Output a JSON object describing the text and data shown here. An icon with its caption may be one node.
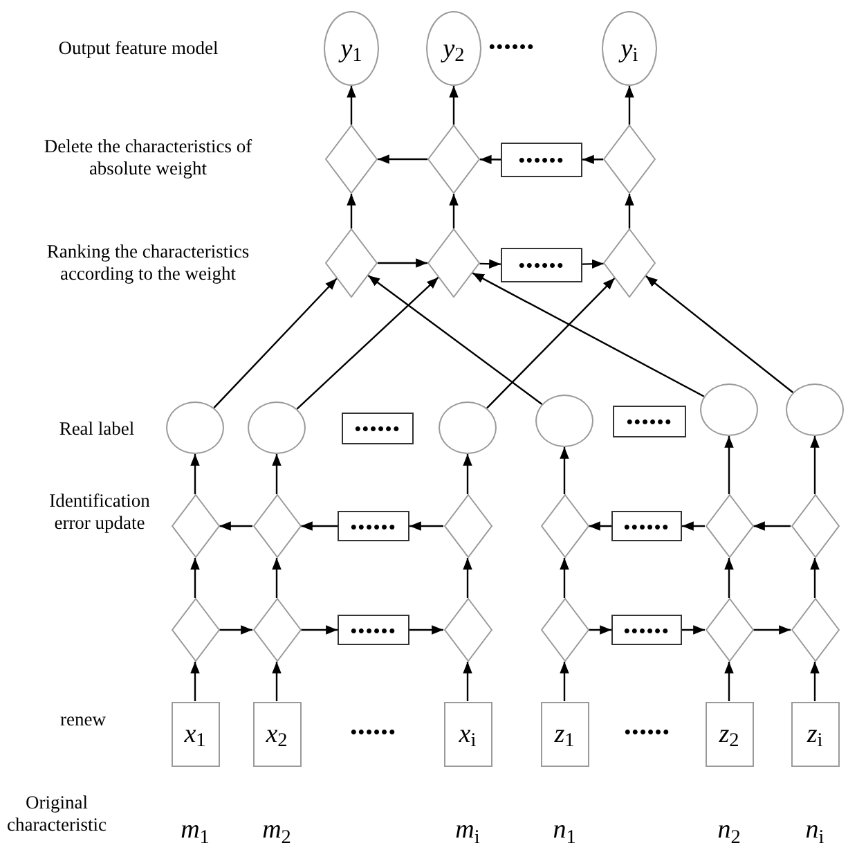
{
  "diagram": {
    "nodes": [
      {
        "text": [
          "*y*$_{1}$"
        ]
      },
      {
        "text": [
          "*y*$_{2}$"
        ]
      },
      {
        "text": [
          "*y*$_{i}$"
        ]
      },
      {
        "text": [],
        "shape": "diamond"
      },
      {
        "text": [],
        "shape": "diamond"
      },
      {
        "text": [
          "••••••"
        ]
      },
      {
        "text": [],
        "shape": "diamond"
      },
      {
        "text": [],
        "shape": "diamond"
      },
      {
        "text": [],
        "shape": "diamond"
      },
      {
        "text": [
          "••••••"
        ]
      },
      {
        "text": [],
        "shape": "diamond"
      },
      {
        "text": [],
        "shape": "circle"
      },
      {
        "text": [],
        "shape": "circle"
      },
      {
        "text": [
          "••••••"
        ]
      },
      {
        "text": [],
        "shape": "circle"
      },
      {
        "text": [],
        "shape": "circle"
      },
      {
        "text": [
          "••••••"
        ]
      },
      {
        "text": [],
        "shape": "circle"
      },
      {
        "text": [],
        "shape": "circle"
      },
      {
        "text": [],
        "shape": "diamond"
      },
      {
        "text": [],
        "shape": "diamond"
      },
      {
        "text": [
          "••••••"
        ]
      },
      {
        "text": [],
        "shape": "diamond"
      },
      {
        "text": [],
        "shape": "diamond"
      },
      {
        "text": [
          "••••••"
        ]
      },
      {
        "text": [],
        "shape": "diamond"
      },
      {
        "text": [],
        "shape": "diamond"
      },
      {
        "text": [],
        "shape": "diamond"
      },
      {
        "text": [],
        "shape": "diamond"
      },
      {
        "text": [
          "••••••"
        ]
      },
      {
        "text": [],
        "shape": "diamond"
      },
      {
        "text": [],
        "shape": "diamond"
      },
      {
        "text": [
          "••••••"
        ]
      },
      {
        "text": [],
        "shape": "diamond"
      },
      {
        "text": [],
        "shape": "diamond"
      },
      {
        "text": [
          "*x*$_{1}$"
        ]
      },
      {
        "text": [
          "*x*$_{2}$"
        ]
      },
      {
        "text": [
          "*x*$_{i}$"
        ]
      },
      {
        "text": [
          "*z*$_{1}$"
        ]
      },
      {
        "text": [
          "*z*$_{2}$"
        ]
      },
      {
        "text": [
          "*z*$_{i}$"
        ]
      }
    ],
    "edges": [
      {
        "from": 3,
        "to": 0,
        "arrow": "to"
      },
      {
        "from": 4,
        "to": 1,
        "arrow": "to"
      },
      {
        "from": 6,
        "to": 2,
        "arrow": "to"
      },
      {
        "from": 6,
        "to": 5,
        "arrow": "to"
      },
      {
        "from": 5,
        "to": 4,
        "arrow": "to"
      },
      {
        "from": 4,
        "to": 3,
        "arrow": "to"
      },
      {
        "from": 7,
        "to": 3,
        "arrow": "to"
      },
      {
        "from": 8,
        "to": 4,
        "arrow": "to"
      },
      {
        "from": 10,
        "to": 6,
        "arrow": "to"
      },
      {
        "from": 7,
        "to": 8,
        "arrow": "to"
      },
      {
        "from": 8,
        "to": 9,
        "arrow": "to"
      },
      {
        "from": 9,
        "to": 10,
        "arrow": "to"
      },
      {
        "from": 11,
        "to": 7,
        "arrow": "to"
      },
      {
        "from": 12,
        "to": 8,
        "arrow": "to"
      },
      {
        "from": 15,
        "to": 7,
        "arrow": "to"
      },
      {
        "from": 14,
        "to": 10,
        "arrow": "to"
      },
      {
        "from": 17,
        "to": 8,
        "arrow": "to"
      },
      {
        "from": 18,
        "to": 10,
        "arrow": "to"
      },
      {
        "from": 19,
        "to": 11,
        "arrow": "to"
      },
      {
        "from": 20,
        "to": 12,
        "arrow": "to"
      },
      {
        "from": 22,
        "to": 14,
        "arrow": "to"
      },
      {
        "from": 23,
        "to": 15,
        "arrow": "to"
      },
      {
        "from": 25,
        "to": 17,
        "arrow": "to"
      },
      {
        "from": 26,
        "to": 18,
        "arrow": "to"
      },
      {
        "from": 22,
        "to": 21,
        "arrow": "to"
      },
      {
        "from": 21,
        "to": 20,
        "arrow": "to"
      },
      {
        "from": 20,
        "to": 19,
        "arrow": "to"
      },
      {
        "from": 26,
        "to": 25,
        "arrow": "to"
      },
      {
        "from": 25,
        "to": 24,
        "arrow": "to"
      },
      {
        "from": 24,
        "to": 23,
        "arrow": "to"
      },
      {
        "from": 27,
        "to": 19,
        "arrow": "to"
      },
      {
        "from": 28,
        "to": 20,
        "arrow": "to"
      },
      {
        "from": 30,
        "to": 22,
        "arrow": "to"
      },
      {
        "from": 31,
        "to": 23,
        "arrow": "to"
      },
      {
        "from": 33,
        "to": 25,
        "arrow": "to"
      },
      {
        "from": 34,
        "to": 26,
        "arrow": "to"
      },
      {
        "from": 27,
        "to": 28,
        "arrow": "to"
      },
      {
        "from": 28,
        "to": 29,
        "arrow": "to"
      },
      {
        "from": 29,
        "to": 30,
        "arrow": "to"
      },
      {
        "from": 31,
        "to": 32,
        "arrow": "to"
      },
      {
        "from": 32,
        "to": 33,
        "arrow": "to"
      },
      {
        "from": 33,
        "to": 34,
        "arrow": "to"
      },
      {
        "from": 35,
        "to": 27,
        "arrow": "to"
      },
      {
        "from": 36,
        "to": 28,
        "arrow": "to"
      },
      {
        "from": 37,
        "to": 30,
        "arrow": "to"
      },
      {
        "from": 38,
        "to": 31,
        "arrow": "to"
      },
      {
        "from": 39,
        "to": 33,
        "arrow": "to"
      },
      {
        "from": 40,
        "to": 34,
        "arrow": "to"
      }
    ],
    "labels": [
      "Output feature model",
      "••••••",
      "Delete the characteristics of absolute weight",
      "Ranking the characteristics according to the weight",
      "Real label",
      "Identification error update",
      "renew",
      "••••••",
      "••••••",
      "Original characteristic",
      "*m*$_{1}$",
      "*m*$_{2}$",
      "*m*$_{i}$",
      "*n*$_{1}$",
      "*n*$_{2}$",
      "*n*$_{i}$"
    ]
  }
}
